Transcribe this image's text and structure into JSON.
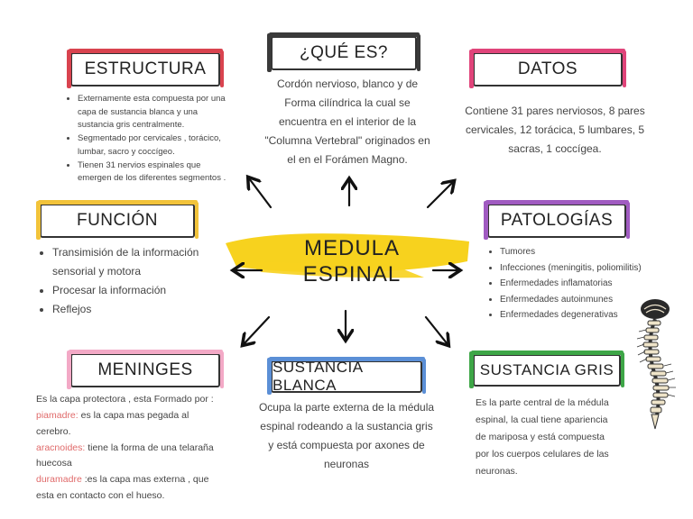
{
  "center": {
    "title": "MEDULA ESPINAL",
    "highlight_color": "#f7d21e"
  },
  "que_es": {
    "title": "¿QUÉ ES?",
    "color": "#333333",
    "text": "Cordón nervioso, blanco y de Forma cilíndrica la cual se encuentra en el interior de la \"Columna Vertebral\" originados en el en el Forámen Magno."
  },
  "estructura": {
    "title": "ESTRUCTURA",
    "color": "#d9434f",
    "items": [
      "Externamente esta compuesta por una capa de sustancia blanca y una sustancia gris centralmente.",
      "Segmentado por cervicales , torácico, lumbar, sacro y coccígeo.",
      "Tienen 31 nervios espinales que emergen de los diferentes segmentos ."
    ]
  },
  "datos": {
    "title": "DATOS",
    "color": "#e0447a",
    "text": "Contiene 31 pares nerviosos, 8 pares cervicales, 12 torácica, 5 lumbares, 5 sacras, 1 coccígea."
  },
  "funcion": {
    "title": "FUNCIÓN",
    "color": "#f2c33a",
    "items": [
      "Transimisión de la información sensorial y motora",
      "Procesar la información",
      "Reflejos"
    ]
  },
  "patologias": {
    "title": "PATOLOGÍAS",
    "color": "#a05bc1",
    "items": [
      "Tumores",
      "Infecciones (meningitis, poliomilitis)",
      "Enfermedades inflamatorias",
      "Enfermedades autoinmunes",
      "Enfermedades degenerativas"
    ]
  },
  "meninges": {
    "title": "MENINGES",
    "color": "#f3a9c6",
    "intro": "Es la capa protectora , esta Formado por :",
    "piamadre_term": "piamadre:",
    "piamadre_def": " es la capa mas pegada al cerebro.",
    "aracnoides_term": "aracnoides:",
    "aracnoides_def": " tiene la forma de una telaraña huecosa",
    "duramadre_term": "duramadre",
    "duramadre_def": " :es la capa mas externa , que esta en contacto con el hueso."
  },
  "sustancia_blanca": {
    "title": "SUSTANCIA BLANCA",
    "color": "#5b8fd6",
    "text": "Ocupa la parte externa de la médula espinal rodeando a la sustancia gris y está compuesta por axones de neuronas"
  },
  "sustancia_gris": {
    "title": "SUSTANCIA GRIS",
    "color": "#3ea647",
    "text": "Es la parte central de la médula espinal, la cual tiene apariencia de mariposa y está compuesta por los cuerpos celulares de las neuronas."
  },
  "icons": [
    "spine-illustration-icon",
    "arrow-icon"
  ]
}
